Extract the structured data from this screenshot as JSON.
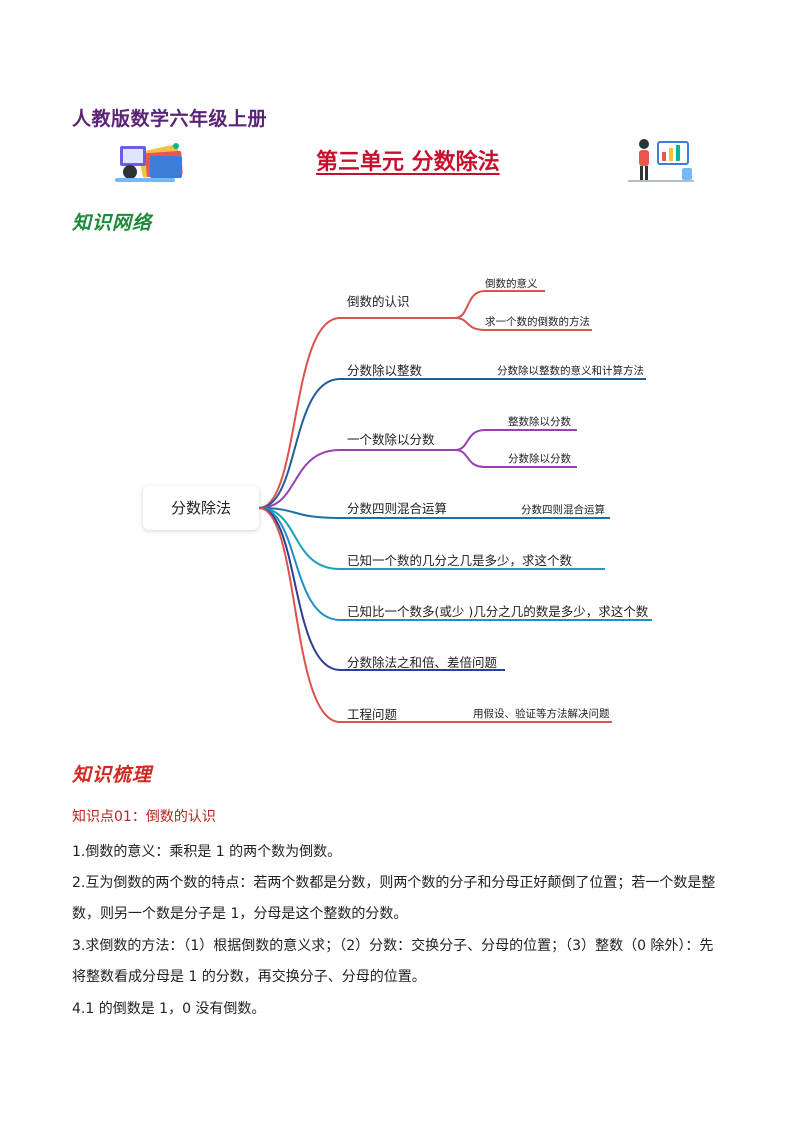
{
  "header": {
    "book_title": "人教版数学六年级上册",
    "unit_title": "第三单元 分数除法"
  },
  "sections": {
    "network_heading": "知识网络",
    "review_heading": "知识梳理"
  },
  "mindmap": {
    "root": "分数除法",
    "branches": [
      {
        "label": "倒数的认识",
        "color": "#d9534f",
        "children": [
          "倒数的意义",
          "求一个数的倒数的方法"
        ]
      },
      {
        "label": "分数除以整数",
        "color": "#1f5f99",
        "children": [
          "分数除以整数的意义和计算方法"
        ]
      },
      {
        "label": "一个数除以分数",
        "color": "#9b3fb5",
        "children": [
          "整数除以分数",
          "分数除以分数"
        ]
      },
      {
        "label": "分数四则混合运算",
        "color": "#1d6fa5",
        "children": [
          "分数四则混合运算"
        ]
      },
      {
        "label": "已知一个数的几分之几是多少，求这个数",
        "color": "#17a2b8",
        "children": []
      },
      {
        "label": "已知比一个数多(或少 )几分之几的数是多少，求这个数",
        "color": "#1e90c8",
        "children": []
      },
      {
        "label": "分数除法之和倍、差倍问题",
        "color": "#2c3e99",
        "children": []
      },
      {
        "label": "工程问题",
        "color": "#d9534f",
        "children": [
          "用假设、验证等方法解决问题"
        ]
      }
    ]
  },
  "knowledge_point": {
    "title": "知识点01：倒数的认识",
    "paragraphs": [
      "1.倒数的意义：乘积是 1 的两个数为倒数。",
      "2.互为倒数的两个数的特点：若两个数都是分数，则两个数的分子和分母正好颠倒了位置；若一个数是整数，则另一个数是分子是 1，分母是这个整数的分数。",
      "3.求倒数的方法：（1）根据倒数的意义求；（2）分数：交换分子、分母的位置；（3）整数（0 除外）：先将整数看成分母是 1 的分数，再交换分子、分母的位置。",
      "4.1 的倒数是 1，0 没有倒数。"
    ]
  }
}
